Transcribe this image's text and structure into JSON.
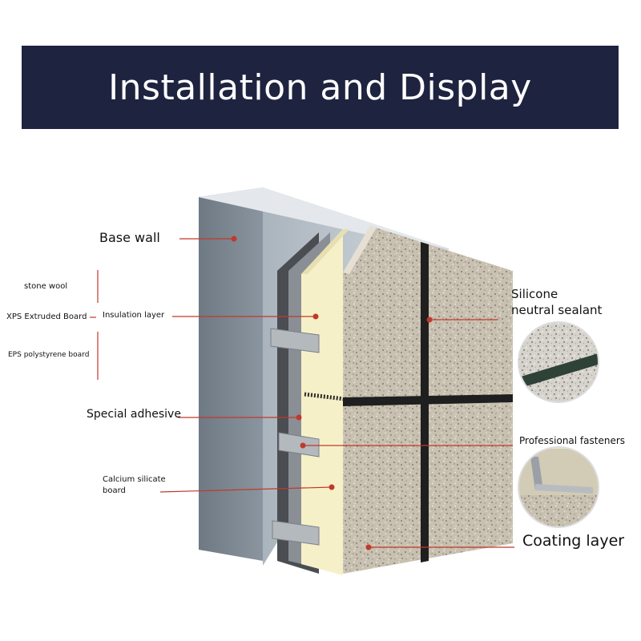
{
  "header": {
    "title": "Installation and Display"
  },
  "labels": {
    "base_wall": "Base wall",
    "stone_wool": "stone wool",
    "xps_board": "XPS Extruded Board",
    "eps_board": "EPS polystyrene board",
    "insulation_layer": "Insulation layer",
    "special_adhesive": "Special adhesive",
    "calcium_silicate_line1": "Calcium silicate",
    "calcium_silicate_line2": "board",
    "silicone_line1": "Silicone",
    "silicone_line2": "neutral sealant",
    "professional_fasteners": "Professional fasteners",
    "coating_layer": "Coating layer"
  },
  "colors": {
    "banner": "#1e2340",
    "leader_line": "#c0392b",
    "base_wall": "#7c8690",
    "insulation": "#f6f0c8",
    "stone_surface": "#c6beae",
    "joint": "#1f1f1f"
  }
}
